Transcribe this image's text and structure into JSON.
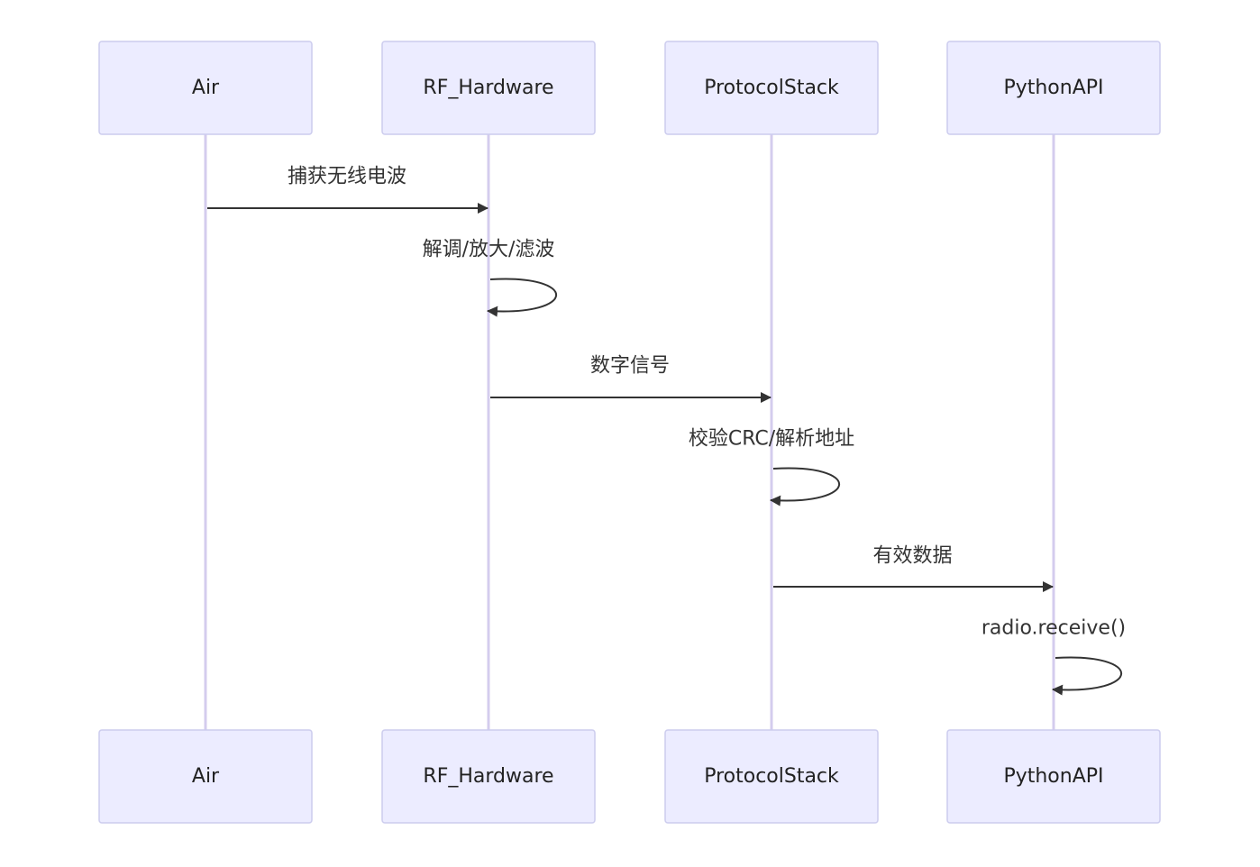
{
  "diagram": {
    "type": "sequence",
    "participants": [
      {
        "id": "Air",
        "label": "Air"
      },
      {
        "id": "RF_Hardware",
        "label": "RF_Hardware"
      },
      {
        "id": "ProtocolStack",
        "label": "ProtocolStack"
      },
      {
        "id": "PythonAPI",
        "label": "PythonAPI"
      }
    ],
    "messages": [
      {
        "from": "Air",
        "to": "RF_Hardware",
        "label": "捕获无线电波"
      },
      {
        "from": "RF_Hardware",
        "to": "RF_Hardware",
        "label": "解调/放大/滤波"
      },
      {
        "from": "RF_Hardware",
        "to": "ProtocolStack",
        "label": "数字信号"
      },
      {
        "from": "ProtocolStack",
        "to": "ProtocolStack",
        "label": "校验CRC/解析地址"
      },
      {
        "from": "ProtocolStack",
        "to": "PythonAPI",
        "label": "有效数据"
      },
      {
        "from": "PythonAPI",
        "to": "PythonAPI",
        "label": "radio.receive()"
      }
    ],
    "colors": {
      "actor_fill": "#ECECFF",
      "actor_stroke": "#CCCCEE",
      "lifeline": "#D4CCEE",
      "message": "#333333"
    }
  }
}
